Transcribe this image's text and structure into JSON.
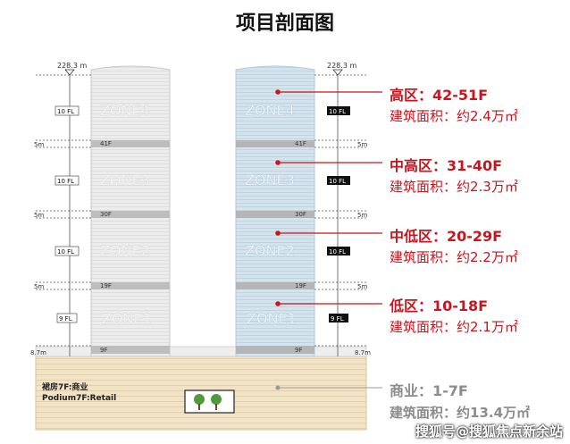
{
  "title": "项目剖面图",
  "height_label": "228.3 m",
  "zone_names": [
    "ZONE4",
    "ZONE3",
    "ZONE2",
    "ZONE1"
  ],
  "refuge_floors": [
    "41F",
    "30F",
    "19F",
    "9F"
  ],
  "floor_counts": [
    "10 FL",
    "10 FL",
    "10 FL",
    "9 FL"
  ],
  "gap_labels": [
    "5m",
    "5m",
    "5m"
  ],
  "ground_label": "8.7m",
  "podium_label": {
    "line1": "裙房7F:商业",
    "line2": "Podium7F:Retail"
  },
  "zones": [
    {
      "title": "高区：42-51F",
      "area": "建筑面积：约2.4万㎡"
    },
    {
      "title": "中高区：31-40F",
      "area": "建筑面积：约2.3万㎡"
    },
    {
      "title": "中低区：20-29F",
      "area": "建筑面积：约2.2万㎡"
    },
    {
      "title": "低区：10-18F",
      "area": "建筑面积：约2.1万㎡"
    }
  ],
  "podium": {
    "title": "商业：1-7F",
    "area": "建筑面积：约13.4万㎡"
  },
  "watermark": "搜狐号@搜狐焦点新余站",
  "colors": {
    "accent": "#c8151e",
    "left_tower": "#e9e9e9",
    "right_tower": "#cfe0ec",
    "podium": "#f2e2c4",
    "refuge_band": "#b9b9b9"
  }
}
